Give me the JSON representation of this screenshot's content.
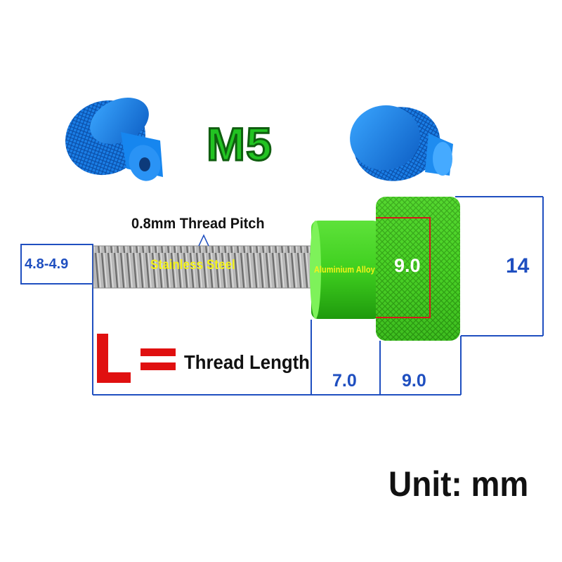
{
  "title": "M5",
  "pitch_label": "0.8mm Thread Pitch",
  "material_thread": "Stainless Steel",
  "material_head": "Aluminium Alloy",
  "dimensions": {
    "thread_diameter": "4.8-4.9",
    "inner_cap_height": "9.0",
    "head_diameter": "14",
    "shoulder_length": "7.0",
    "head_length": "9.0"
  },
  "legend": {
    "symbol": "L",
    "equals": "=",
    "text": "Thread Length"
  },
  "unit_label": "Unit: mm",
  "colors": {
    "title_green": "#22c322",
    "dimension_blue": "#1f4fc0",
    "legend_red": "#e01010",
    "material_yellow": "#f2f21a",
    "body_green": "#3fcf1f",
    "cap_blue": "#1a7ee6",
    "steel": "#b8b8b8",
    "red_outline": "#d61a1a"
  }
}
